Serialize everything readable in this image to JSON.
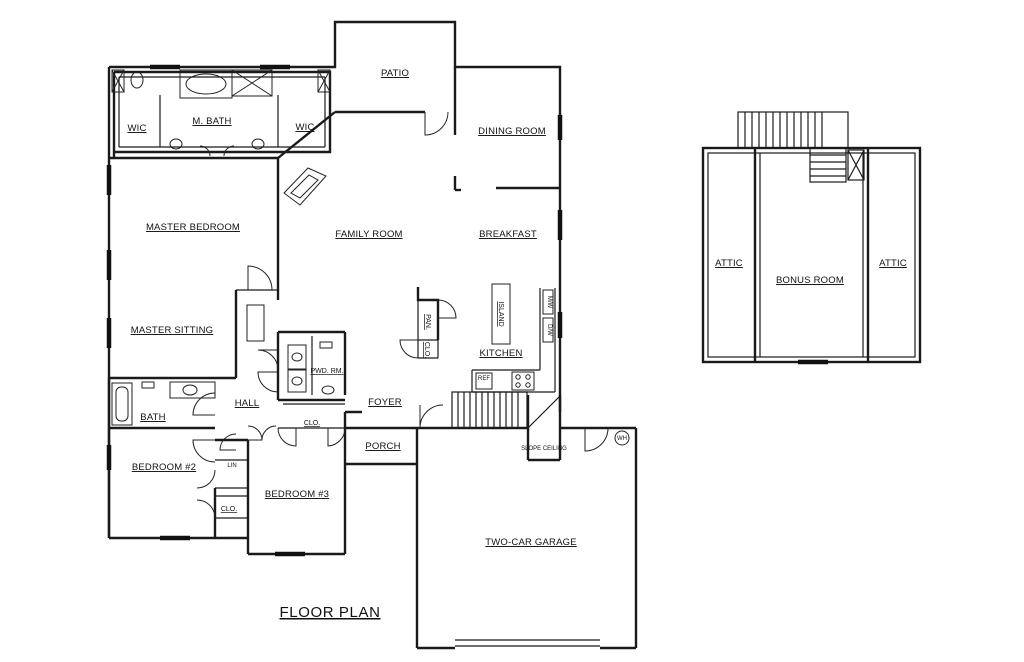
{
  "plan_title": "FLOOR PLAN",
  "main_floor": {
    "patio": "PATIO",
    "master_bath": "M. BATH",
    "wic_left": "WIC",
    "wic_right": "WIC",
    "dining_room": "DINING ROOM",
    "master_bedroom": "MASTER BEDROOM",
    "family_room": "FAMILY ROOM",
    "breakfast": "BREAKFAST",
    "master_sitting": "MASTER SITTING",
    "pantry": "PAN.",
    "closet_kitchen": "CLO.",
    "island": "ISLAND",
    "kitchen": "KITCHEN",
    "powder_room": "PWD. RM.",
    "bath": "BATH",
    "hall": "HALL",
    "foyer": "FOYER",
    "closet_hall": "CLO.",
    "porch": "PORCH",
    "bedroom_2": "BEDROOM #2",
    "linen": "LIN",
    "closet_bed2": "CLO.",
    "bedroom_3": "BEDROOM #3",
    "slope_ceiling": "SLOPE CEILING",
    "water_heater": "WH",
    "garage": "TWO-CAR GARAGE",
    "microwave": "M/W",
    "dishwasher": "D/W",
    "refrigerator": "REF"
  },
  "upper_floor": {
    "attic_left": "ATTIC",
    "bonus_room": "BONUS ROOM",
    "attic_right": "ATTIC"
  }
}
